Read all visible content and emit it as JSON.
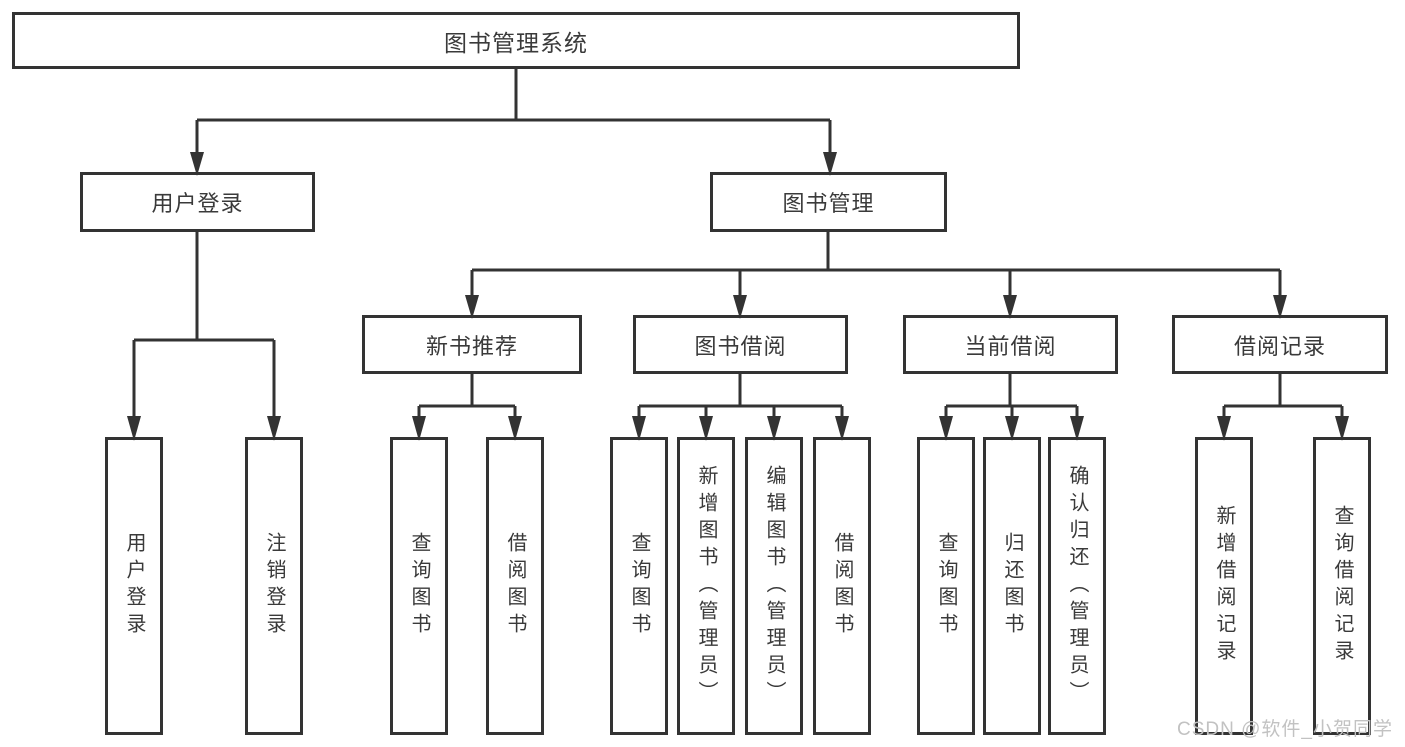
{
  "diagram": {
    "type": "hierarchy-tree",
    "tree": {
      "label": "图书管理系统",
      "children": [
        {
          "label": "用户登录",
          "children": [
            {
              "label": "用户登录"
            },
            {
              "label": "注销登录"
            }
          ]
        },
        {
          "label": "图书管理",
          "children": [
            {
              "label": "新书推荐",
              "children": [
                {
                  "label": "查询图书"
                },
                {
                  "label": "借阅图书"
                }
              ]
            },
            {
              "label": "图书借阅",
              "children": [
                {
                  "label": "查询图书"
                },
                {
                  "label": "新增图书（管理员）"
                },
                {
                  "label": "编辑图书（管理员）"
                },
                {
                  "label": "借阅图书"
                }
              ]
            },
            {
              "label": "当前借阅",
              "children": [
                {
                  "label": "查询图书"
                },
                {
                  "label": "归还图书"
                },
                {
                  "label": "确认归还（管理员）"
                }
              ]
            },
            {
              "label": "借阅记录",
              "children": [
                {
                  "label": "新增借阅记录"
                },
                {
                  "label": "查询借阅记录"
                }
              ]
            }
          ]
        }
      ]
    },
    "watermark": "CSDN @软件_小贺同学",
    "colors": {
      "line": "#333333",
      "text": "#3a3a3a",
      "box_bg": "#ffffff",
      "watermark": "#c2c2c2",
      "background": "#ffffff"
    }
  }
}
